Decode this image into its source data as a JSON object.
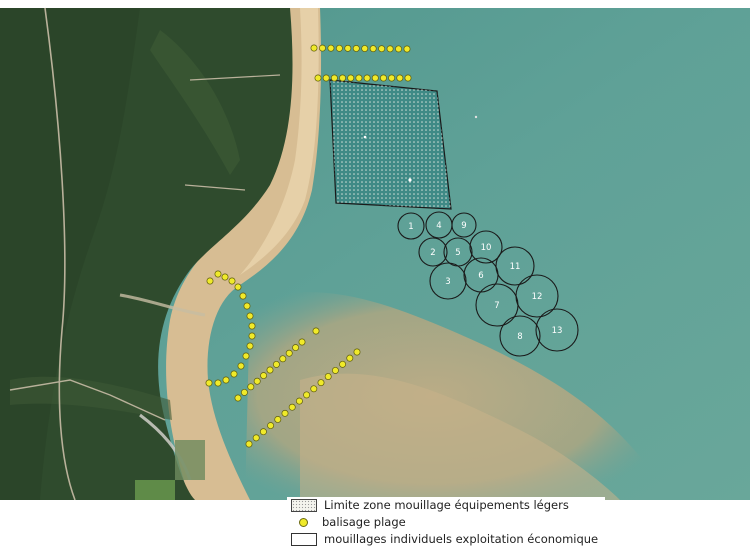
{
  "colors": {
    "sea": "#5d9e92",
    "sea_deep": "#3f8a8a",
    "sand": "#d2b890",
    "forest": "#2e4a2c",
    "buoy": "#f0ea2a",
    "circle_stroke": "#1a1a1a"
  },
  "legend": {
    "zone_label": "Limite zone mouillage équipements légers",
    "buoy_label": "balisage plage",
    "mooring_label": "mouillages individuels exploitation économique"
  },
  "moorings": [
    {
      "label": "1"
    },
    {
      "label": "4"
    },
    {
      "label": "9"
    },
    {
      "label": "2"
    },
    {
      "label": "5"
    },
    {
      "label": "10"
    },
    {
      "label": "3"
    },
    {
      "label": "6"
    },
    {
      "label": "11"
    },
    {
      "label": "7"
    },
    {
      "label": "12"
    },
    {
      "label": "8"
    },
    {
      "label": "13"
    }
  ]
}
